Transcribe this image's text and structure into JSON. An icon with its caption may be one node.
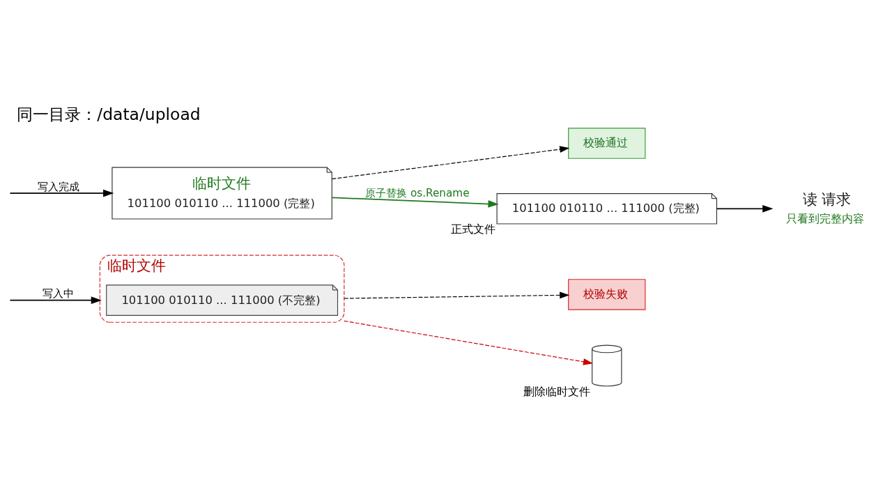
{
  "diagram": {
    "title": "同一目录：/data/upload",
    "nodes": [
      {
        "text": [
          "临时文件"
        ]
      },
      {
        "text": [
          "101100 010110 ... 111000 (不完整)"
        ],
        "in": 0
      },
      {
        "text": [
          "校验失败"
        ]
      },
      {
        "text": [],
        "shape": "bin",
        "beside": [
          "删除临时文件"
        ]
      },
      {
        "text": [
          "临时文件",
          "101100 010110 ... 111000 (完整)"
        ]
      },
      {
        "text": [
          "校验通过"
        ]
      },
      {
        "text": [
          "101100 010110 ... 111000 (完整)"
        ],
        "beside": [
          "正式文件"
        ]
      },
      {
        "text": [
          "读 请求",
          "只看到完整内容"
        ]
      }
    ],
    "edges": [
      {
        "from": null,
        "to": 0,
        "arrow": "to",
        "label": "写入中"
      },
      {
        "from": 0,
        "to": 2,
        "arrow": "to",
        "style": "dashed"
      },
      {
        "from": 0,
        "to": 3,
        "arrow": "to",
        "style": "dashed",
        "color": "#cc0000"
      },
      {
        "from": null,
        "to": 4,
        "arrow": "to",
        "label": "写入完成"
      },
      {
        "from": 4,
        "to": 5,
        "arrow": "to",
        "style": "dashed"
      },
      {
        "from": 4,
        "to": 6,
        "arrow": "to",
        "label": "原子替换 os.Rename",
        "color": "#1f7a1f"
      },
      {
        "from": 6,
        "to": 7,
        "arrow": "to"
      }
    ]
  }
}
